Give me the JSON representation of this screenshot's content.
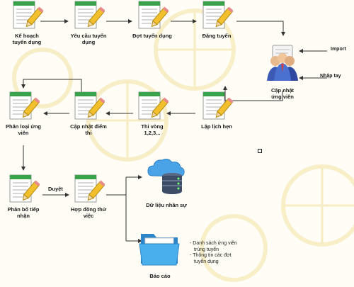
{
  "nodes": {
    "ke_hoach": "Kế hoạch tuyển dụng",
    "yeu_cau": "Yêu cầu tuyển dụng",
    "dot_tuyen_dung": "Đợt tuyển dụng",
    "dang_tuyen": "Đăng tuyển",
    "cap_nhat_ung_vien": "Cập nhật ứng viên",
    "lap_lich_hen": "Lập lịch hẹn",
    "thi_vong": "Thi vòng 1,2,3...",
    "cap_nhat_diem_thi": "Cập nhật điểm thi",
    "phan_loai_ung_vien": "Phân loại ứng viên",
    "phan_bo_tiep_nhan": "Phân bổ tiếp nhận",
    "hop_dong_thu_viec": "Hợp đồng thử việc",
    "du_lieu_nhan_su": "Dữ liệu nhân sự",
    "bao_cao": "Báo cáo"
  },
  "inputs": {
    "import": "Import",
    "nhap_tay": "Nhập tay"
  },
  "edge_labels": {
    "duyet": "Duyệt"
  },
  "report_notes": {
    "line1": "- Danh sách ứng viên",
    "line2": "trúng tuyển",
    "line3": "- Thông tin các đợt",
    "line4": "tuyển dụng"
  },
  "colors": {
    "doc_green": "#3aa24a",
    "pencil_yellow": "#f2c02c",
    "db_blue": "#2d8fd6",
    "folder_blue": "#3aa0e0",
    "arrow": "#333333"
  }
}
